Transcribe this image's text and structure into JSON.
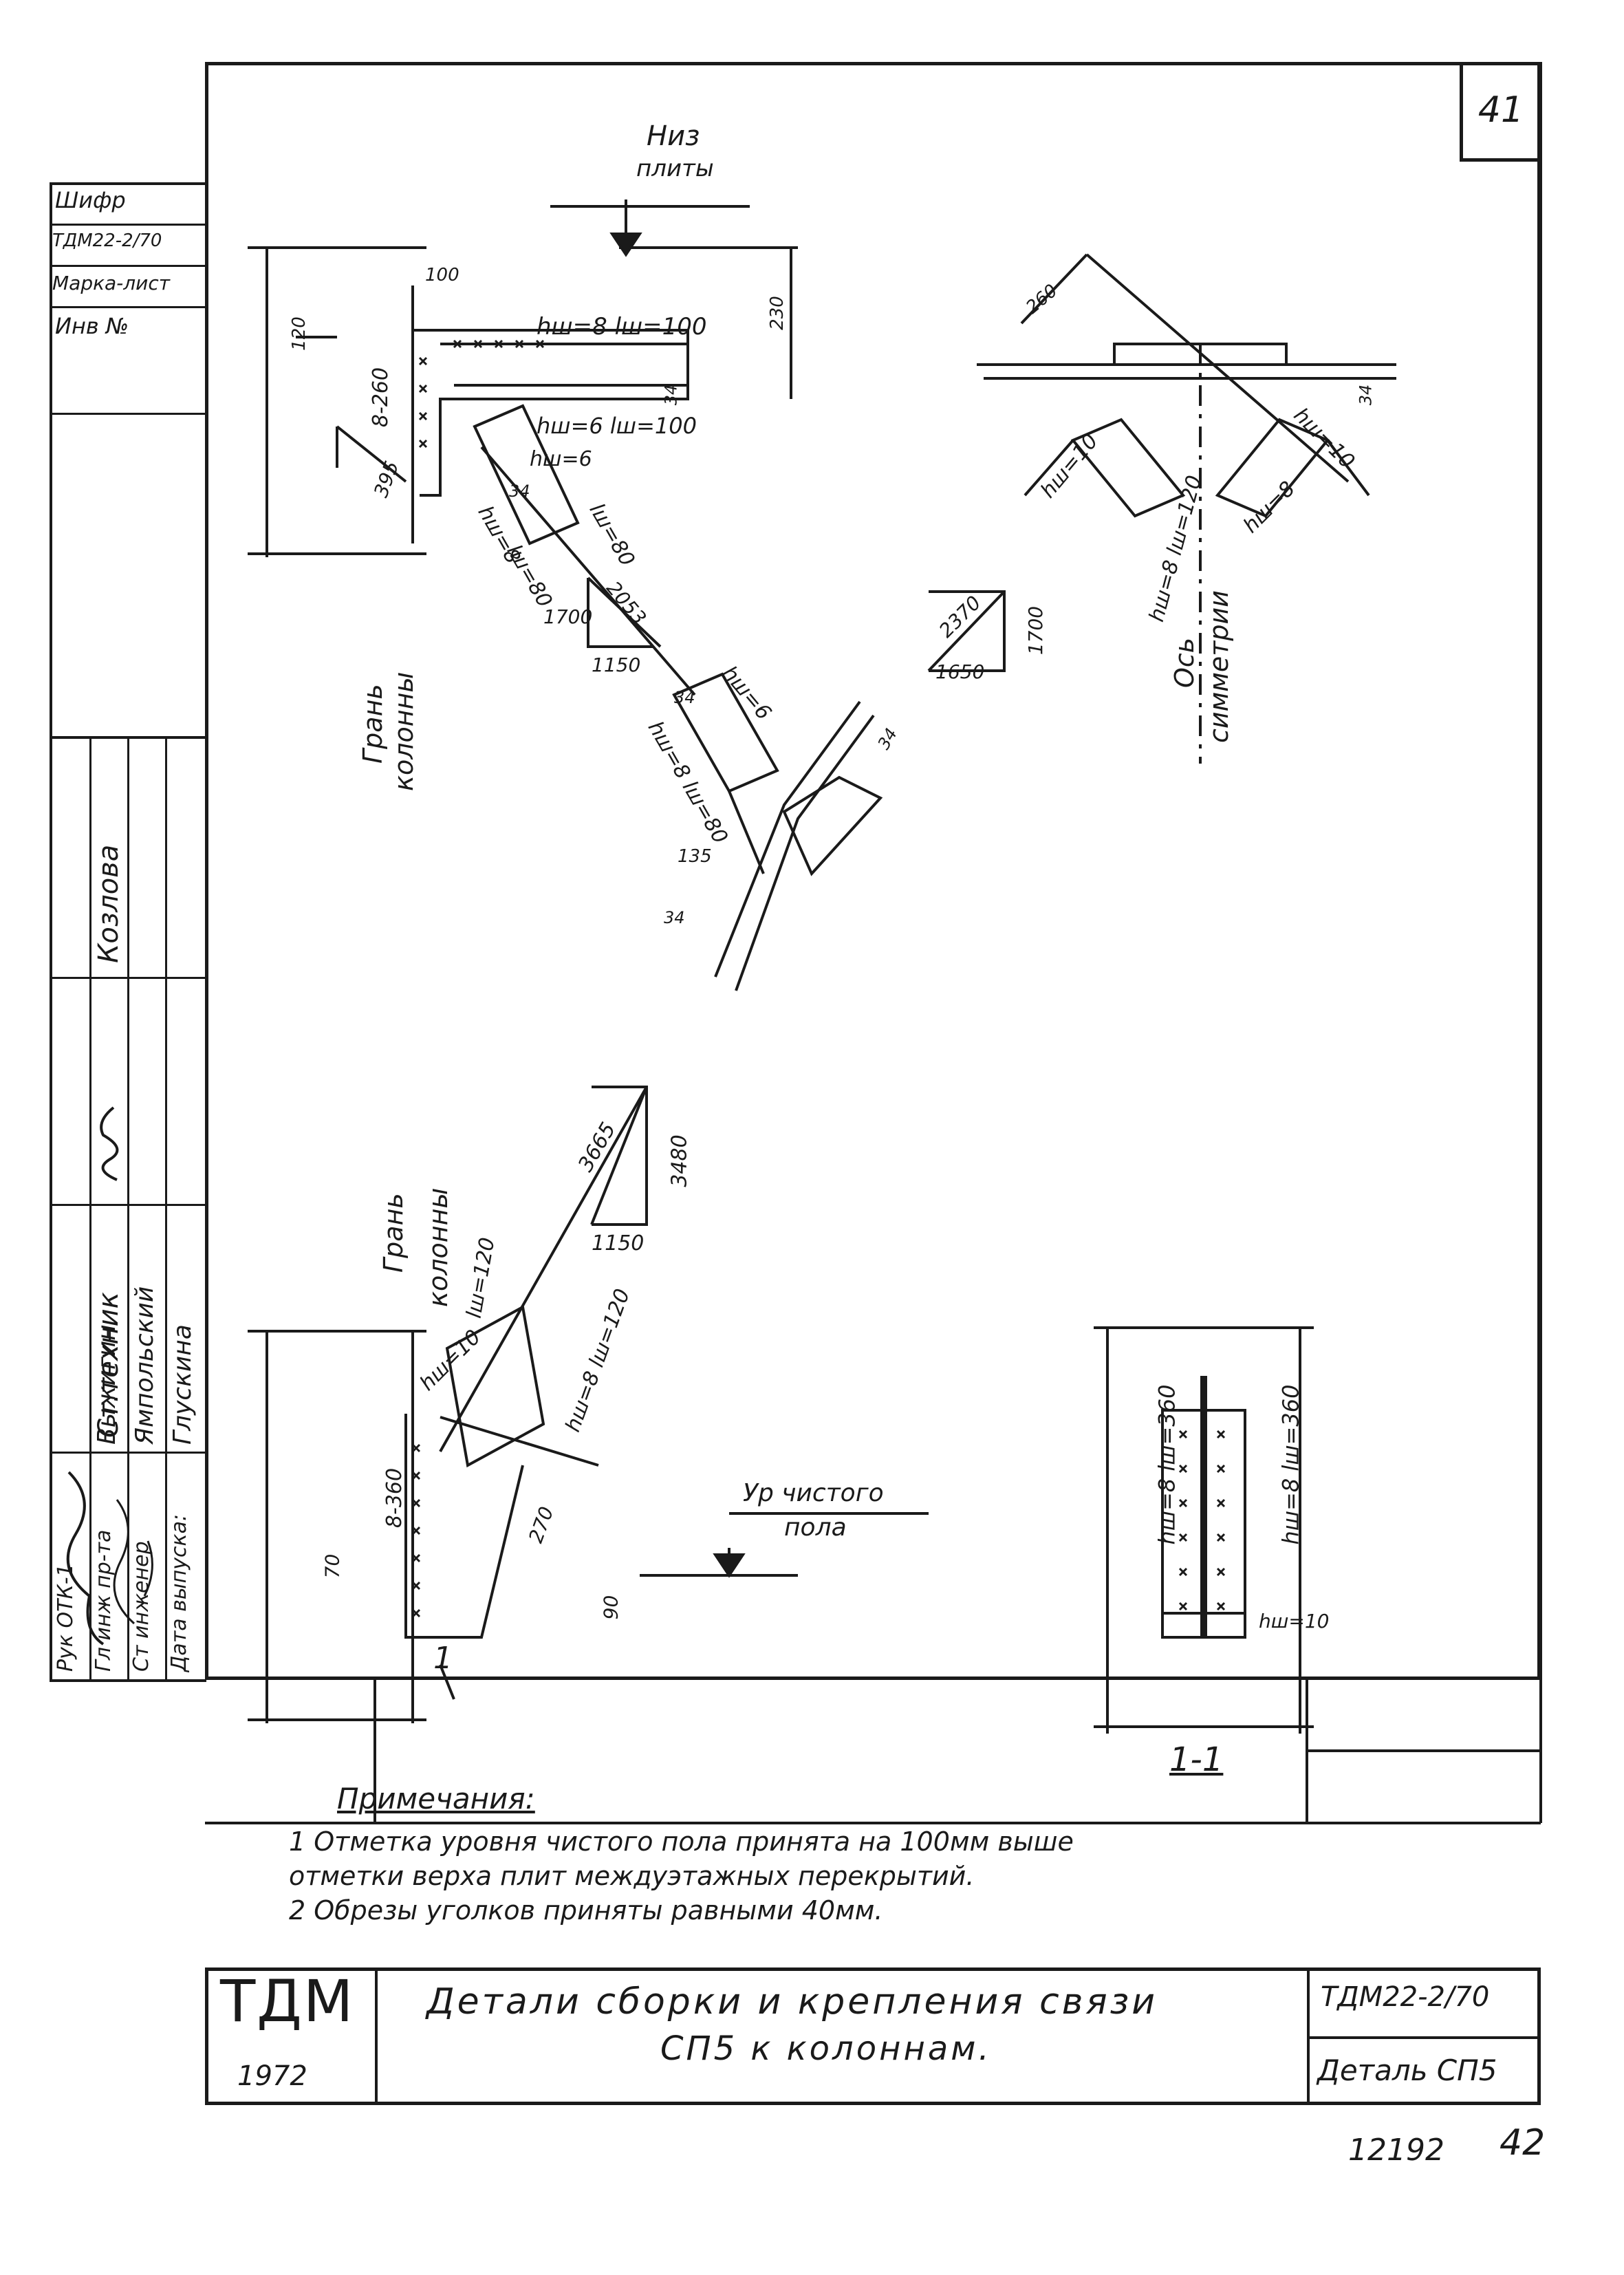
{
  "sheet_number": "41",
  "page_numbers": {
    "archive": "12192",
    "page": "42"
  },
  "side_stamp": {
    "cipher_label": "Шифр",
    "cipher_value": "ТДМ22-2/70",
    "mark_label": "Марка-лист",
    "inv_label": "Инв №"
  },
  "signatures": {
    "roles": [
      "Рук ОТК-1",
      "Гл инж пр-та",
      "Ст инженер",
      "Дата выпуска:"
    ],
    "names": [
      "Выжигин",
      "Ямпольский",
      "Глускина",
      "1972"
    ],
    "technician_role": "Ст.техник",
    "technician_name": "Козлова"
  },
  "labels": {
    "slab_bottom_1": "Низ",
    "slab_bottom_2": "плиты",
    "column_face_1": "Грань",
    "column_face_2": "колонны",
    "symmetry_axis_1": "Ось",
    "symmetry_axis_2": "симметрии",
    "floor_level_1": "Ур чистого",
    "floor_level_2": "пола",
    "section_label": "1-1",
    "section_mark": "1"
  },
  "dimensions": {
    "d100": "100",
    "d120": "120",
    "d230": "230",
    "d8_260": "8-260",
    "d395": "395",
    "d34a": "34",
    "d34b": "34",
    "d34c": "34",
    "d34d": "34",
    "d34e": "34",
    "d34f": "34",
    "d260": "260",
    "d135": "135",
    "slope1_hyp": "2053",
    "slope1_v": "1700",
    "slope1_h": "1150",
    "slope2_hyp": "2370",
    "slope2_v": "1700",
    "slope2_h": "1650",
    "slope3_hyp": "3665",
    "slope3_v": "3480",
    "slope3_h": "1150",
    "d8_360": "8-360",
    "d70": "70",
    "d270": "270",
    "d90": "90"
  },
  "welds": {
    "w1": "hш=8  lш=100",
    "w2": "hш=6  lш=100",
    "w3": "hш=6",
    "w4": "lш=80",
    "w5": "hш=8",
    "w6": "lш=80",
    "w7": "hш=10",
    "w8": "hш=10",
    "w9": "hш=8  lш=120",
    "w10": "hш=8",
    "w11": "hш=6",
    "w12": "hш=8  lш=80",
    "w13": "lш=120",
    "w14": "hш=10",
    "w15": "hш=8  lш=120",
    "w16": "hш=8  lш=360",
    "w17": "hш=8  lш=360",
    "w18": "hш=10"
  },
  "notes": {
    "title": "Примечания:",
    "items": [
      "1  Отметка уровня чистого пола принята на 100мм выше",
      "   отметки верха плит междуэтажных перекрытий.",
      "2  Обрезы уголков приняты равными 40мм."
    ]
  },
  "title_block": {
    "org": "ТДМ",
    "year": "1972",
    "title_line1": "Детали сборки и крепления связи",
    "title_line2": "СП5 к колоннам.",
    "code": "ТДМ22-2/70",
    "detail": "Деталь СП5"
  }
}
